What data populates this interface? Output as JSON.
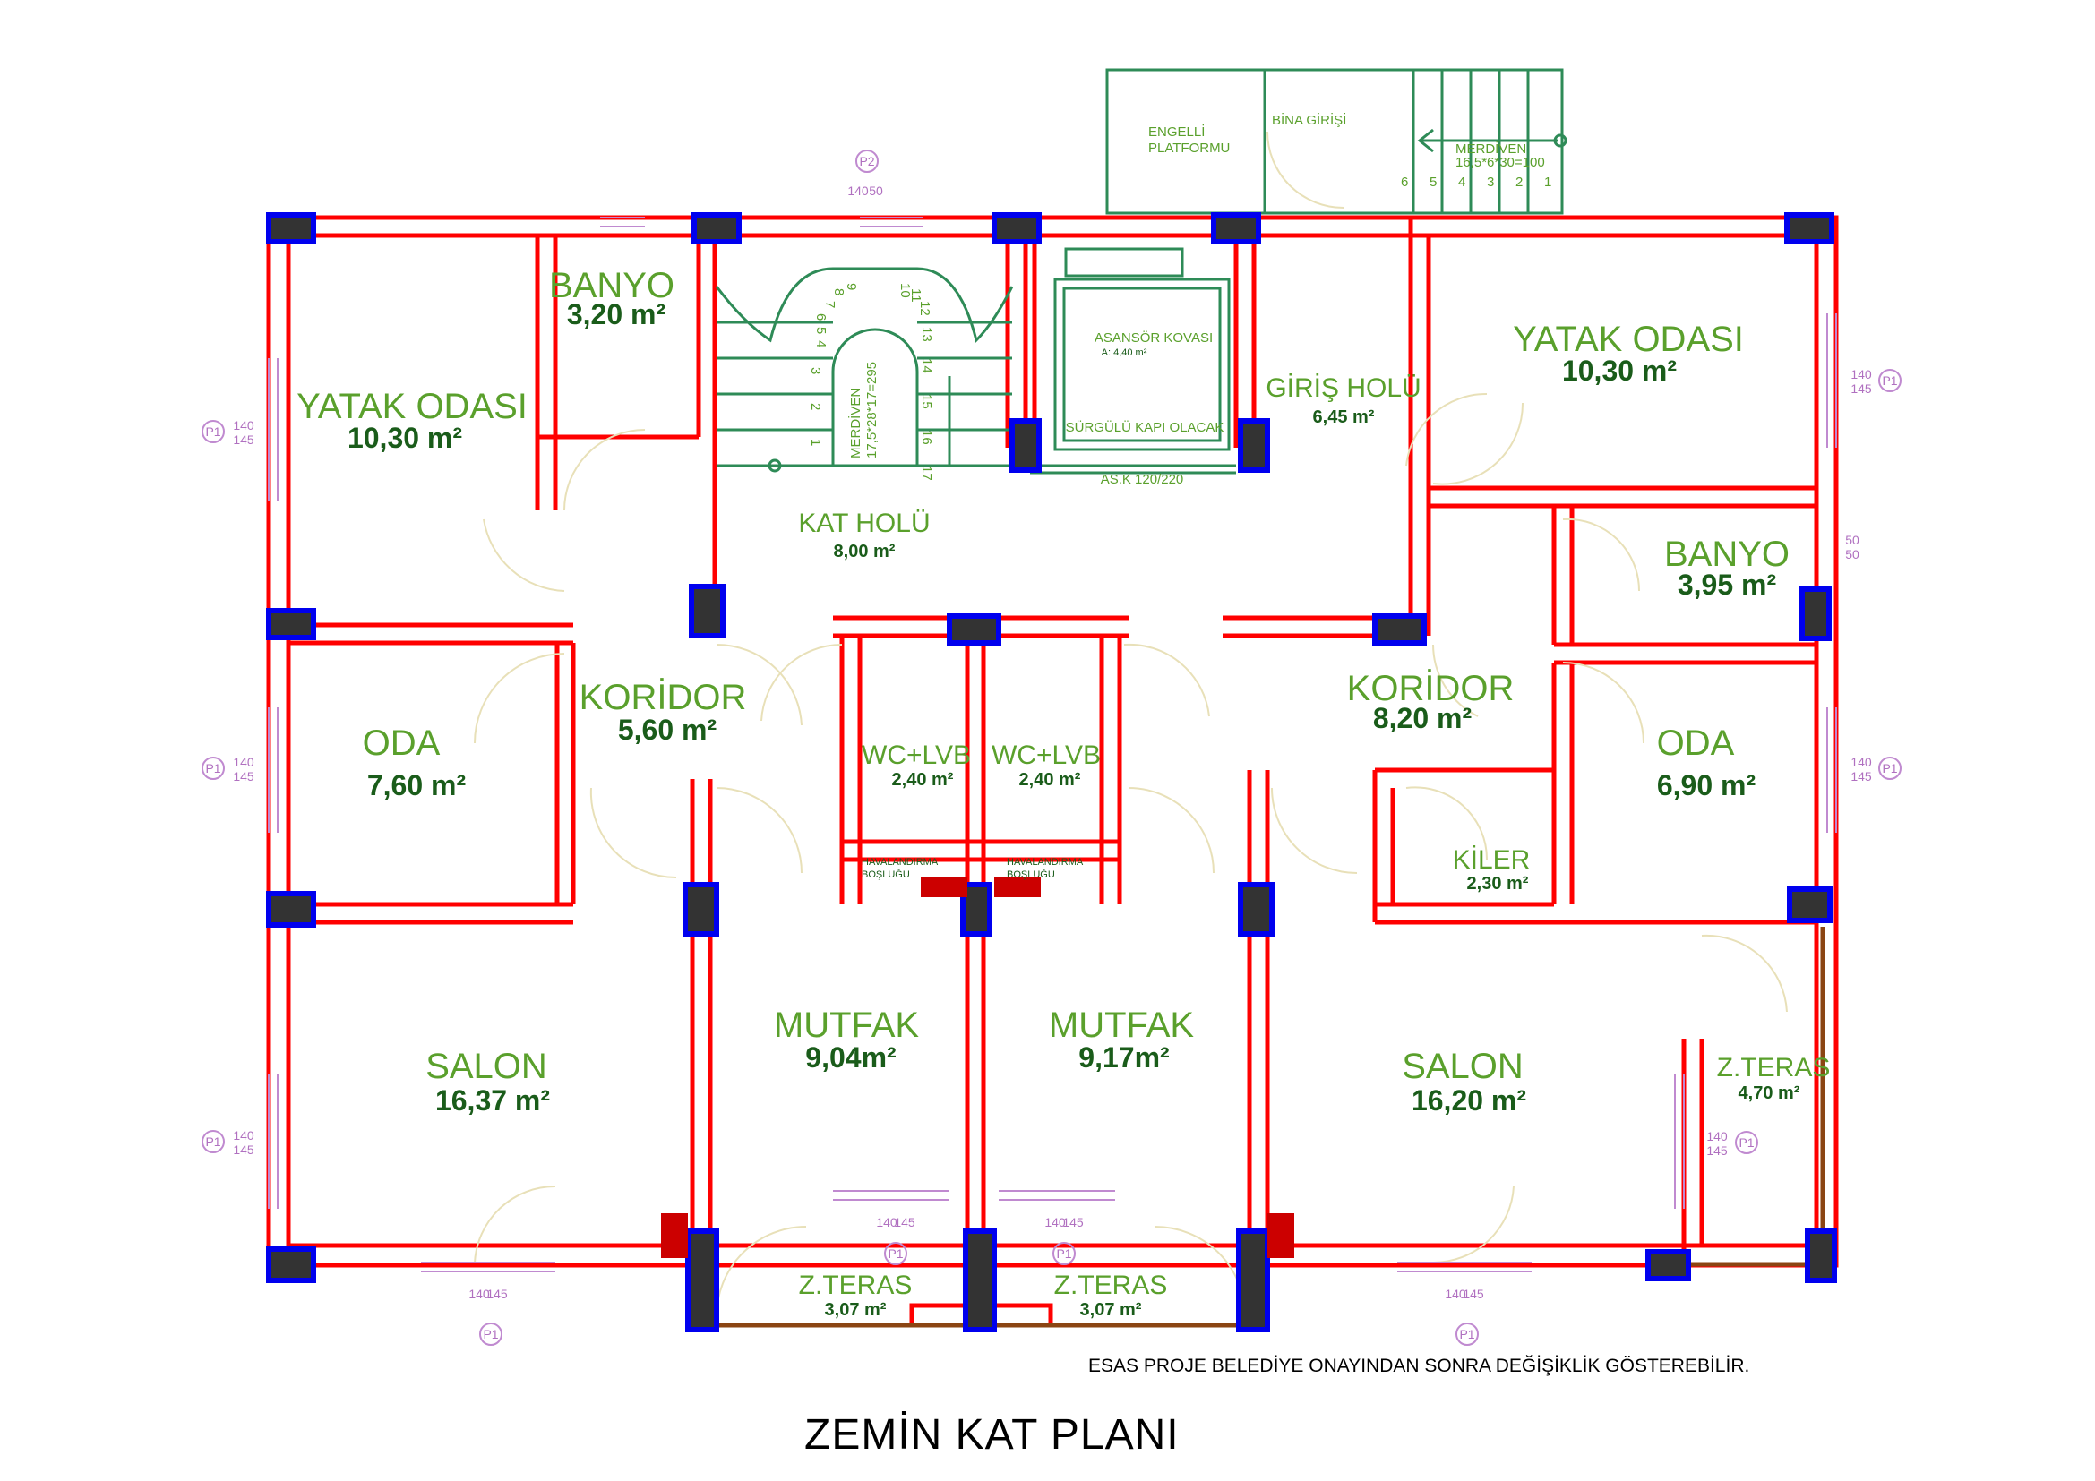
{
  "title": "ZEMİN  KAT PLANI",
  "note": "ESAS PROJE BELEDİYE ONAYINDAN SONRA DEĞİŞİKLİK GÖSTEREBİLİR.",
  "colors": {
    "wall": "#ff0000",
    "column_border": "#0000ee",
    "column_fill": "#333333",
    "room_label": "#5aa02c",
    "room_area": "#1a5c1a",
    "window_tag": "#b070c0",
    "stairs": "#2e8b57"
  },
  "rooms": {
    "yatak_left": {
      "name": "YATAK ODASI",
      "area": "10,30 m²"
    },
    "banyo_left": {
      "name": "BANYO",
      "area": "3,20 m²"
    },
    "kat_holu": {
      "name": "KAT HOLÜ",
      "area": "8,00 m²"
    },
    "yatak_right": {
      "name": "YATAK ODASI",
      "area": "10,30 m²"
    },
    "giris_holu": {
      "name": "GİRİŞ HOLÜ",
      "area": "6,45 m²"
    },
    "banyo_right": {
      "name": "BANYO",
      "area": "3,95 m²"
    },
    "oda_left": {
      "name": "ODA",
      "area": "7,60 m²"
    },
    "koridor_left": {
      "name": "KORİDOR",
      "area": "5,60 m²"
    },
    "wc_left": {
      "name": "WC+LVB",
      "area": "2,40 m²"
    },
    "wc_right": {
      "name": "WC+LVB",
      "area": "2,40 m²"
    },
    "koridor_right": {
      "name": "KORİDOR",
      "area": "8,20 m²"
    },
    "oda_right": {
      "name": "ODA",
      "area": "6,90 m²"
    },
    "kiler": {
      "name": "KİLER",
      "area": "2,30 m²"
    },
    "salon_left": {
      "name": "SALON",
      "area": "16,37 m²"
    },
    "mutfak_left": {
      "name": "MUTFAK",
      "area": "9,04m²"
    },
    "mutfak_right": {
      "name": "MUTFAK",
      "area": "9,17m²"
    },
    "salon_right": {
      "name": "SALON",
      "area": "16,20 m²"
    },
    "teras_right": {
      "name": "Z.TERAS",
      "area": "4,70 m²"
    },
    "teras_left_a": {
      "name": "Z.TERAS",
      "area": "3,07 m²"
    },
    "teras_left_b": {
      "name": "Z.TERAS",
      "area": "3,07 m²"
    }
  },
  "labels": {
    "asansor": "ASANSÖR KOVASI",
    "asansor_area": "A: 4,40 m²",
    "surgulu": "SÜRGÜLÜ KAPI OLACAK",
    "as_k": "AS.K 120/220",
    "engelli_1": "ENGELLİ",
    "engelli_2": "PLATFORMU",
    "bina_girisi": "BİNA GİRİŞİ",
    "merdiven_ext_1": "MERDİVEN",
    "merdiven_ext_2": "16,5*6*30=100",
    "merdiven_int_1": "MERDİVEN",
    "merdiven_int_2": "17,5*28*17=295",
    "havalandirma_1": "HAVALANDIRMA",
    "havalandirma_2": "BOŞLUĞU"
  },
  "window_tags": {
    "p1": "P1",
    "p2": "P2",
    "dim_140": "140",
    "dim_145": "145",
    "dim_50": "50"
  },
  "step_numbers_ext": [
    "6",
    "5",
    "4",
    "3",
    "2",
    "1"
  ],
  "step_numbers_int": [
    "1",
    "2",
    "3",
    "4",
    "5",
    "6",
    "7",
    "8",
    "9",
    "10",
    "11",
    "12",
    "13",
    "14",
    "15",
    "16",
    "17"
  ]
}
